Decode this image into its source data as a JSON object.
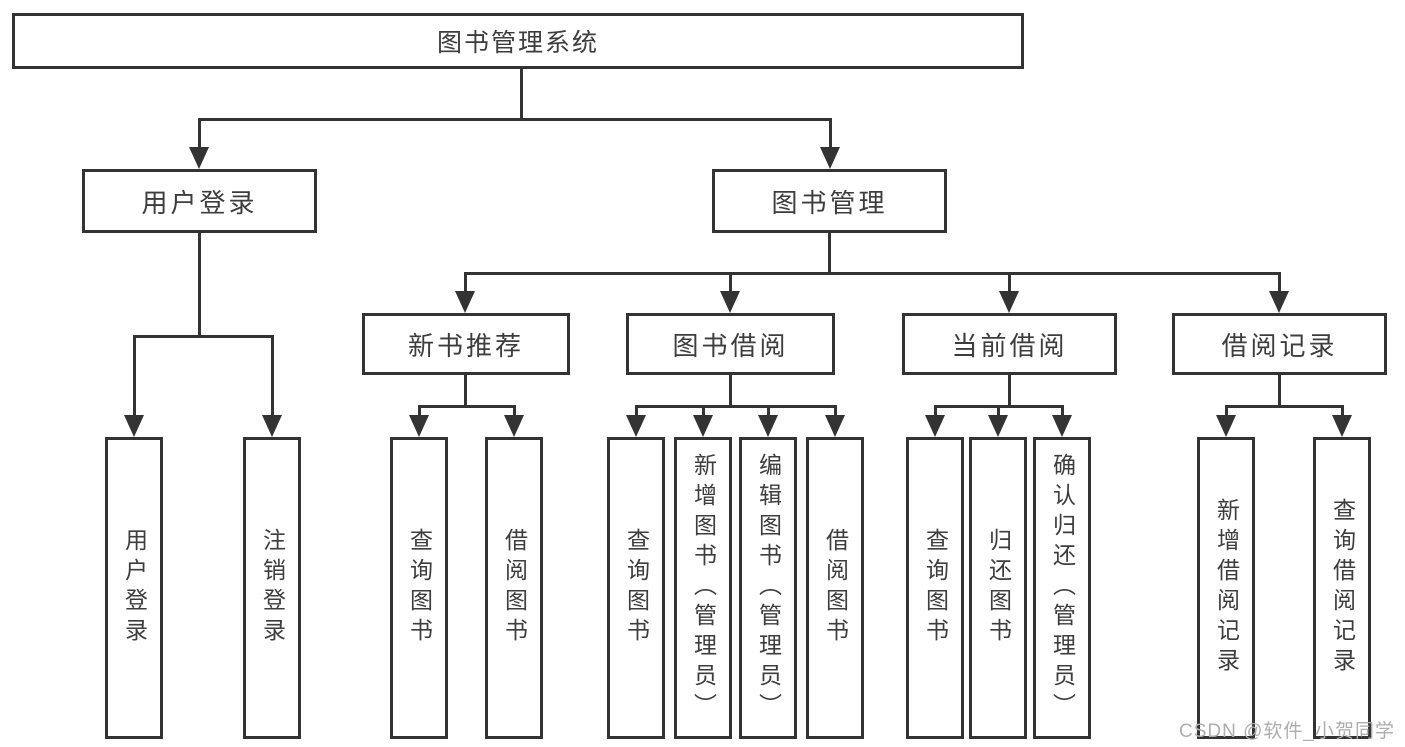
{
  "nodes": {
    "root": "图书管理系统",
    "user_login": "用户登录",
    "book_mgmt": "图书管理",
    "new_book_rec": "新书推荐",
    "book_borrow": "图书借阅",
    "current_borrow": "当前借阅",
    "borrow_records": "借阅记录",
    "ul_login": "用户登录",
    "ul_logout": "注销登录",
    "nbr_query": "查询图书",
    "nbr_borrow": "借阅图书",
    "bb_query": "查询图书",
    "bb_add": "新增图书（管理员）",
    "bb_edit": "编辑图书（管理员）",
    "bb_borrow": "借阅图书",
    "cb_query": "查询图书",
    "cb_return": "归还图书",
    "cb_confirm": "确认归还（管理员）",
    "br_add": "新增借阅记录",
    "br_query": "查询借阅记录"
  },
  "hierarchy": {
    "root": "图书管理系统",
    "children": [
      {
        "label": "用户登录",
        "children": [
          "用户登录",
          "注销登录"
        ]
      },
      {
        "label": "图书管理",
        "children": [
          {
            "label": "新书推荐",
            "children": [
              "查询图书",
              "借阅图书"
            ]
          },
          {
            "label": "图书借阅",
            "children": [
              "查询图书",
              "新增图书（管理员）",
              "编辑图书（管理员）",
              "借阅图书"
            ]
          },
          {
            "label": "当前借阅",
            "children": [
              "查询图书",
              "归还图书",
              "确认归还（管理员）"
            ]
          },
          {
            "label": "借阅记录",
            "children": [
              "新增借阅记录",
              "查询借阅记录"
            ]
          }
        ]
      }
    ]
  },
  "watermark": "CSDN @软件_小贺同学",
  "colors": {
    "line": "#333333",
    "text": "#3d3d3d",
    "box_fill": "#ffffff",
    "background": "#ffffff",
    "watermark": "#aeaeae"
  }
}
